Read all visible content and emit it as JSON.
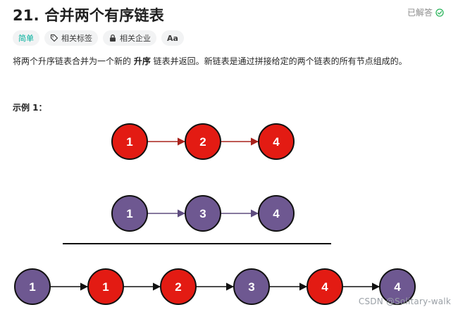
{
  "problem": {
    "title": "21. 合并两个有序链表",
    "status": "已解答",
    "difficulty": "简单",
    "tags_label": "相关标签",
    "companies_label": "相关企业",
    "font_size_label": "Aa",
    "desc_before": "将两个升序链表合并为一个新的 ",
    "desc_bold": "升序",
    "desc_after": " 链表并返回。新链表是通过拼接给定的两个链表的所有节点组成的。",
    "example_label": "示例 1："
  },
  "diagram": {
    "colors": {
      "red": "#e31b13",
      "purple": "#6e5891",
      "edge_red": "#a8221c",
      "edge_purple": "#5e4c7f",
      "edge_black": "#111111"
    },
    "list1": [
      {
        "label": "1",
        "color": "red"
      },
      {
        "label": "2",
        "color": "red"
      },
      {
        "label": "4",
        "color": "red"
      }
    ],
    "list2": [
      {
        "label": "1",
        "color": "purple"
      },
      {
        "label": "3",
        "color": "purple"
      },
      {
        "label": "4",
        "color": "purple"
      }
    ],
    "merged": [
      {
        "label": "1",
        "color": "purple"
      },
      {
        "label": "1",
        "color": "red"
      },
      {
        "label": "2",
        "color": "red"
      },
      {
        "label": "3",
        "color": "purple"
      },
      {
        "label": "4",
        "color": "red"
      },
      {
        "label": "4",
        "color": "purple"
      }
    ]
  },
  "watermark": "CSDN @Solitary-walk"
}
